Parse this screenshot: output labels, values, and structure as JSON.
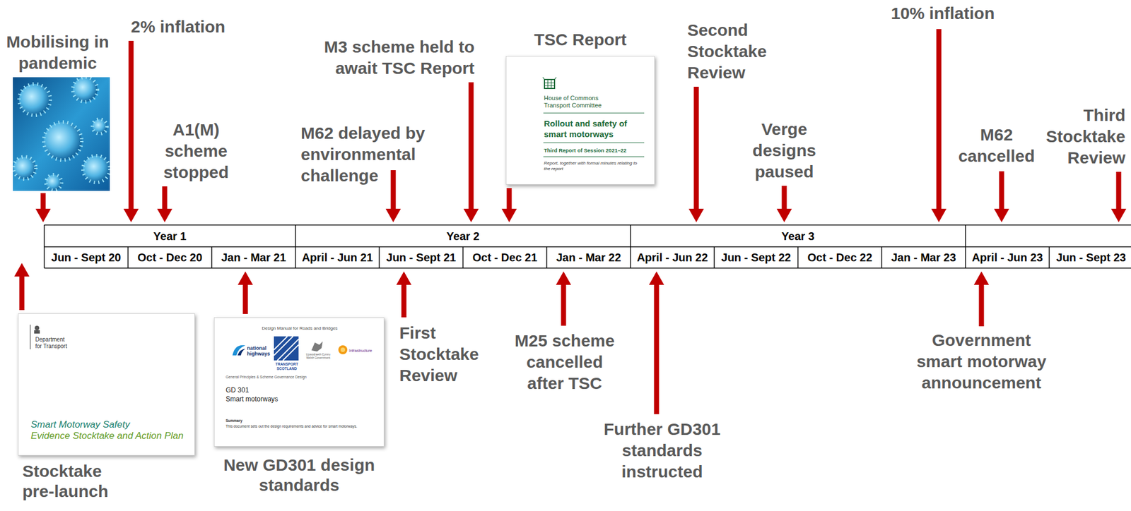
{
  "diagram": {
    "nodes": [
      {
        "text": [
          "Department for Transport",
          "Smart Motorway Safety",
          "Evidence Stocktake and Action Plan",
          "Stocktake pre-launch"
        ]
      },
      {
        "text": [
          "Design Manual for Roads and Bridges",
          "national highways",
          "TRANSPORT SCOTLAND",
          "Llywodraeth Cymru Welsh Government",
          "Infrastructure",
          "General Principles & Scheme Governance Design",
          "GD 301",
          "Smart motorways",
          "Summary",
          "This document sets out the design requirements and advice for smart motorways.",
          "New GD301 design standards"
        ]
      },
      {
        "text": [
          "TSC Report",
          "House of Commons Transport Committee",
          "Rollout and safety of smart motorways",
          "Third Report of Session 2021–22",
          "Report, together with formal minutes relating to the report"
        ]
      }
    ],
    "labels": [
      "Mobilising in pandemic",
      "2% inflation",
      "A1(M) scheme stopped",
      "M62 delayed by environmental challenge",
      "M3 scheme held to await TSC Report",
      "Second Stocktake Review",
      "Verge designs paused",
      "10% inflation",
      "M62 cancelled",
      "Third Stocktake Review",
      "Year 1",
      "Year 2",
      "Year 3",
      "Jun - Sept 20",
      "Oct - Dec 20",
      "Jan - Mar 21",
      "April - Jun 21",
      "Jun - Sept 21",
      "Oct - Dec 21",
      "Jan - Mar 22",
      "April - Jun 22",
      "Jun - Sept 22",
      "Oct - Dec 22",
      "Jan - Mar 23",
      "April - Jun 23",
      "Jun - Sept 23",
      "First Stocktake Review",
      "M25 scheme cancelled after TSC",
      "Further GD301 standards instructed",
      "Government smart motorway announcement"
    ]
  }
}
